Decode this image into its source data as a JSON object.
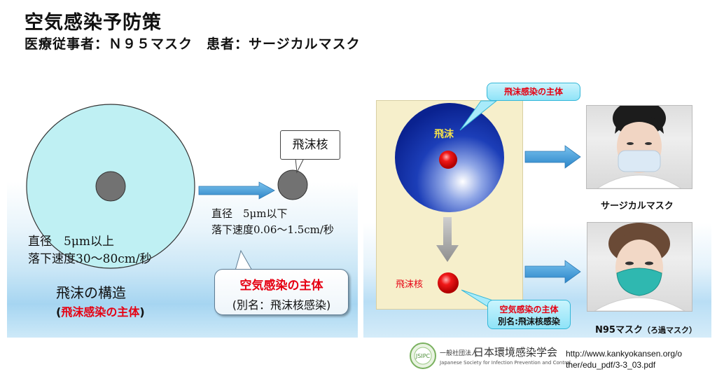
{
  "header": {
    "title": "空気感染予防策",
    "subtitle": "医療従事者：Ｎ９５マスク　患者：サージカルマスク"
  },
  "left_panel": {
    "nucleus_callout": "飛沫核",
    "large_droplet_diameter": "直径　5μm以上",
    "large_droplet_speed": "落下速度30〜80cm/秒",
    "droplet_structure": "飛沫の構造",
    "droplet_structure_note_open": "(",
    "droplet_structure_note": "飛沫感染の主体",
    "droplet_structure_note_close": ")",
    "nucleus_diameter": "直径　5μm以下",
    "nucleus_speed": "落下速度0.06〜1.5cm/秒",
    "airborne_main": "空気感染の主体",
    "airborne_alias": "(別名：飛沫核感染)"
  },
  "right_panel": {
    "droplet_main_callout": "飛沫感染の主体",
    "droplet_label": "飛沫",
    "nucleus_label": "飛沫核",
    "airborne_callout_main": "空気感染の主体",
    "airborne_callout_alias": "別名:飛沫核感染",
    "surgical_mask_caption": "サージカルマスク",
    "n95_caption": "N95マスク",
    "n95_caption_note": "（ろ過マスク）"
  },
  "footer": {
    "org_prefix": "一般社団法人",
    "org_name": "日本環境感染学会",
    "org_english": "Japanese Society for Infection Prevention and Control",
    "logo_letters": "JSIPC",
    "url_line1": "http://www.kankyokansen.org/o",
    "url_line2": "ther/edu_pdf/3-3_03.pdf"
  },
  "colors": {
    "accent_red": "#e60012",
    "droplet_fill": "#bff0f3",
    "arrow_blue": "#3d9bd6",
    "sphere_blue": "#0a2ca0"
  }
}
